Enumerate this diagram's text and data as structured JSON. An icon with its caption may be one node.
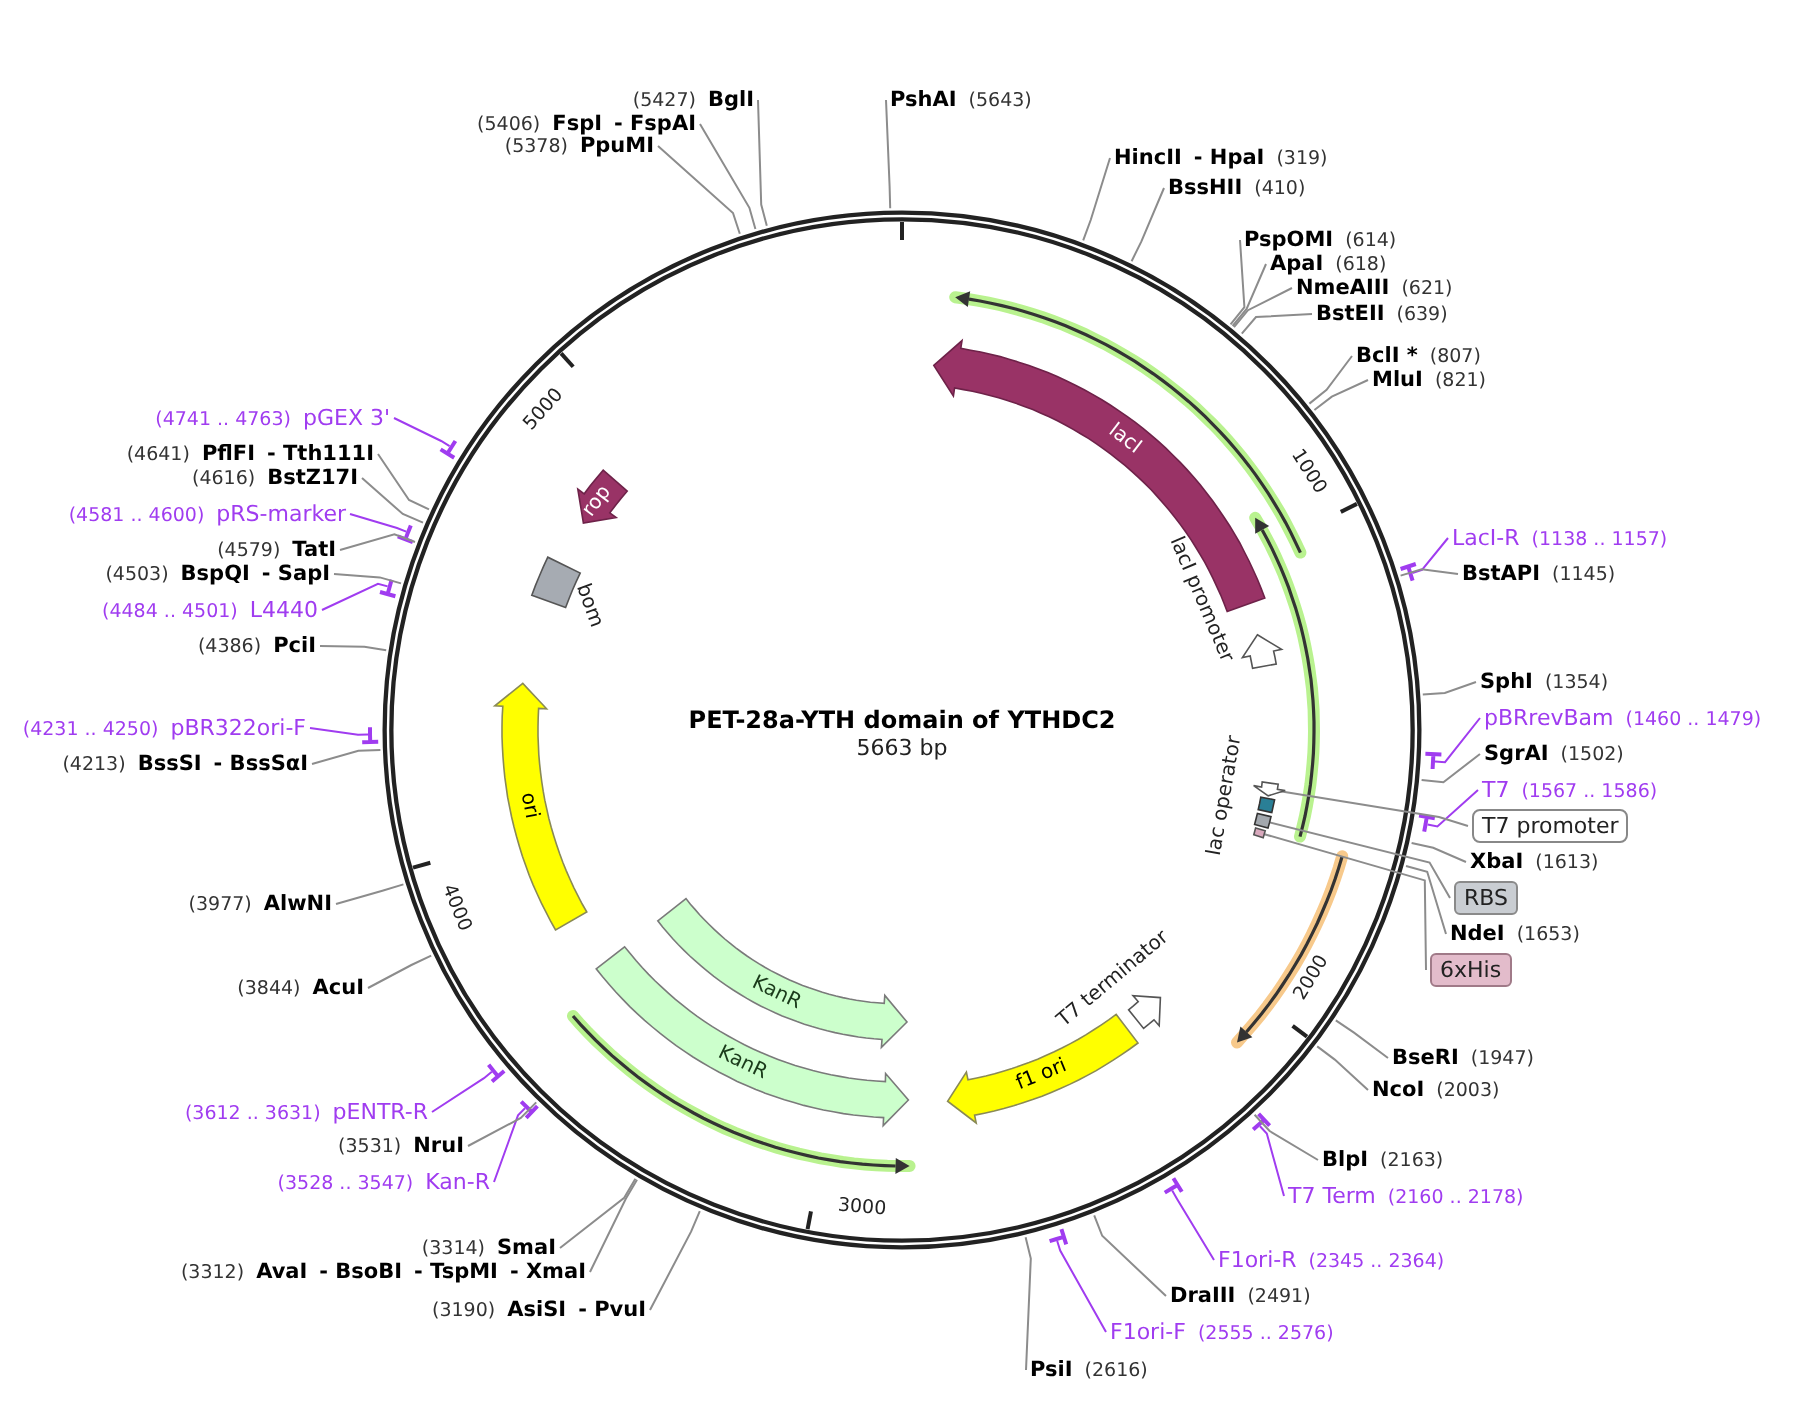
{
  "diagram": {
    "title": "PET-28a-YTH domain of YTHDC2",
    "nodes": [
      {
        "text": [
          "lacI"
        ]
      },
      {
        "text": [],
        "shape": "arrow",
        "beside": [
          "lacI promoter"
        ]
      },
      {
        "text": [],
        "shape": "arrow"
      },
      {
        "text": [],
        "shape": "box",
        "beside": [
          "lac operator"
        ]
      },
      {
        "text": [],
        "shape": "box"
      },
      {
        "text": [],
        "shape": "box"
      },
      {
        "text": [],
        "shape": "arrow",
        "beside": [
          "T7 terminator"
        ]
      },
      {
        "text": [
          "f1 ori"
        ]
      },
      {
        "text": [
          "KanR"
        ]
      },
      {
        "text": [
          "KanR"
        ]
      },
      {
        "text": [
          "ori"
        ]
      },
      {
        "text": [],
        "shape": "box",
        "beside": [
          "bom"
        ]
      },
      {
        "text": [
          "rop"
        ]
      },
      {
        "text": [
          "(5427)",
          "BglI"
        ]
      },
      {
        "text": [
          "(5406)",
          "FspI",
          "- FspAI"
        ]
      },
      {
        "text": [
          "(5378)",
          "PpuMI"
        ]
      },
      {
        "text": [
          "PshAI",
          "(5643)"
        ]
      },
      {
        "text": [
          "HincII",
          "- HpaI",
          "(319)"
        ]
      },
      {
        "text": [
          "BssHII",
          "(410)"
        ]
      },
      {
        "text": [
          "PspOMI",
          "(614)"
        ]
      },
      {
        "text": [
          "ApaI",
          "(618)"
        ]
      },
      {
        "text": [
          "NmeAIII",
          "(621)"
        ]
      },
      {
        "text": [
          "BstEII",
          "(639)"
        ]
      },
      {
        "text": [
          "BclI *",
          "(807)"
        ]
      },
      {
        "text": [
          "MluI",
          "(821)"
        ]
      },
      {
        "text": [
          "LacI-R",
          "(1138 .. 1157)"
        ]
      },
      {
        "text": [
          "BstAPI",
          "(1145)"
        ]
      },
      {
        "text": [
          "SphI",
          "(1354)"
        ]
      },
      {
        "text": [
          "pBRrevBam",
          "(1460 .. 1479)"
        ]
      },
      {
        "text": [
          "SgrAI",
          "(1502)"
        ]
      },
      {
        "text": [
          "T7",
          "(1567 .. 1586)"
        ]
      },
      {
        "text": [
          "T7 promoter"
        ]
      },
      {
        "text": [
          "XbaI",
          "(1613)"
        ]
      },
      {
        "text": [
          "RBS"
        ]
      },
      {
        "text": [
          "NdeI",
          "(1653)"
        ]
      },
      {
        "text": [
          "6xHis"
        ]
      },
      {
        "text": [
          "BseRI",
          "(1947)"
        ]
      },
      {
        "text": [
          "NcoI",
          "(2003)"
        ]
      },
      {
        "text": [
          "BlpI",
          "(2163)"
        ]
      },
      {
        "text": [
          "T7 Term",
          "(2160 .. 2178)"
        ]
      },
      {
        "text": [
          "F1ori-R",
          "(2345 .. 2364)"
        ]
      },
      {
        "text": [
          "DraIII",
          "(2491)"
        ]
      },
      {
        "text": [
          "F1ori-F",
          "(2555 .. 2576)"
        ]
      },
      {
        "text": [
          "PsiI",
          "(2616)"
        ]
      },
      {
        "text": [
          "(3314)",
          "SmaI"
        ]
      },
      {
        "text": [
          "(3312)",
          "AvaI",
          "- BsoBI",
          "- TspMI",
          "- XmaI"
        ]
      },
      {
        "text": [
          "(3190)",
          "AsiSI",
          "- PvuI"
        ]
      },
      {
        "text": [
          "(3528 .. 3547)",
          "Kan-R"
        ]
      },
      {
        "text": [
          "(3531)",
          "NruI"
        ]
      },
      {
        "text": [
          "(3612 .. 3631)",
          "pENTR-R"
        ]
      },
      {
        "text": [
          "(3844)",
          "AcuI"
        ]
      },
      {
        "text": [
          "(3977)",
          "AlwNI"
        ]
      },
      {
        "text": [
          "(4213)",
          "BssSI",
          "- BssSαI"
        ]
      },
      {
        "text": [
          "(4231 .. 4250)",
          "pBR322ori-F"
        ]
      },
      {
        "text": [
          "(4386)",
          "PciI"
        ]
      },
      {
        "text": [
          "(4484 .. 4501)",
          "L4440"
        ]
      },
      {
        "text": [
          "(4503)",
          "BspQI",
          "- SapI"
        ]
      },
      {
        "text": [
          "(4579)",
          "TatI"
        ]
      },
      {
        "text": [
          "(4581 .. 4600)",
          "pRS-marker"
        ]
      },
      {
        "text": [
          "(4616)",
          "BstZ17I"
        ]
      },
      {
        "text": [
          "(4641)",
          "PflFI",
          "- Tth111I"
        ]
      },
      {
        "text": [
          "(4741 .. 4763)",
          "pGEX 3'"
        ]
      }
    ],
    "edges": [
      {
        "from": 13,
        "to": null,
        "arrow": "none"
      },
      {
        "from": 14,
        "to": null,
        "arrow": "none"
      },
      {
        "from": 15,
        "to": null,
        "arrow": "none"
      },
      {
        "from": 16,
        "to": null,
        "arrow": "none"
      },
      {
        "from": 17,
        "to": null,
        "arrow": "none"
      },
      {
        "from": 18,
        "to": null,
        "arrow": "none"
      },
      {
        "from": 19,
        "to": null,
        "arrow": "none"
      },
      {
        "from": 20,
        "to": null,
        "arrow": "none"
      },
      {
        "from": 21,
        "to": null,
        "arrow": "none"
      },
      {
        "from": 22,
        "to": null,
        "arrow": "none"
      },
      {
        "from": 23,
        "to": null,
        "arrow": "none"
      },
      {
        "from": 24,
        "to": null,
        "arrow": "none"
      },
      {
        "from": 25,
        "to": null,
        "arrow": "none",
        "color": "#a03cf0"
      },
      {
        "from": 26,
        "to": null,
        "arrow": "none"
      },
      {
        "from": 27,
        "to": null,
        "arrow": "none"
      },
      {
        "from": 28,
        "to": null,
        "arrow": "none",
        "color": "#a03cf0"
      },
      {
        "from": 29,
        "to": null,
        "arrow": "none"
      },
      {
        "from": 30,
        "to": null,
        "arrow": "none",
        "color": "#a03cf0"
      },
      {
        "from": 31,
        "to": 2,
        "arrow": "none"
      },
      {
        "from": 32,
        "to": null,
        "arrow": "none"
      },
      {
        "from": 33,
        "to": 4,
        "arrow": "none"
      },
      {
        "from": 34,
        "to": null,
        "arrow": "none"
      },
      {
        "from": 35,
        "to": 5,
        "arrow": "none"
      },
      {
        "from": 36,
        "to": null,
        "arrow": "none"
      },
      {
        "from": 37,
        "to": null,
        "arrow": "none"
      },
      {
        "from": 38,
        "to": null,
        "arrow": "none"
      },
      {
        "from": 39,
        "to": null,
        "arrow": "none",
        "color": "#a03cf0"
      },
      {
        "from": 40,
        "to": null,
        "arrow": "none",
        "color": "#a03cf0"
      },
      {
        "from": 41,
        "to": null,
        "arrow": "none"
      },
      {
        "from": 42,
        "to": null,
        "arrow": "none",
        "color": "#a03cf0"
      },
      {
        "from": 43,
        "to": null,
        "arrow": "none"
      },
      {
        "from": 44,
        "to": null,
        "arrow": "none"
      },
      {
        "from": 45,
        "to": null,
        "arrow": "none"
      },
      {
        "from": 46,
        "to": null,
        "arrow": "none"
      },
      {
        "from": 47,
        "to": null,
        "arrow": "none",
        "color": "#a03cf0"
      },
      {
        "from": 48,
        "to": null,
        "arrow": "none"
      },
      {
        "from": 49,
        "to": null,
        "arrow": "none",
        "color": "#a03cf0"
      },
      {
        "from": 50,
        "to": null,
        "arrow": "none"
      },
      {
        "from": 51,
        "to": null,
        "arrow": "none"
      },
      {
        "from": 52,
        "to": null,
        "arrow": "none"
      },
      {
        "from": 53,
        "to": null,
        "arrow": "none",
        "color": "#a03cf0"
      },
      {
        "from": 54,
        "to": null,
        "arrow": "none"
      },
      {
        "from": 55,
        "to": null,
        "arrow": "none",
        "color": "#a03cf0"
      },
      {
        "from": 56,
        "to": null,
        "arrow": "none"
      },
      {
        "from": 57,
        "to": null,
        "arrow": "none"
      },
      {
        "from": 58,
        "to": null,
        "arrow": "none",
        "color": "#a03cf0"
      },
      {
        "from": 59,
        "to": null,
        "arrow": "none"
      },
      {
        "from": 60,
        "to": null,
        "arrow": "none"
      },
      {
        "from": 61,
        "to": null,
        "arrow": "none",
        "color": "#a03cf0"
      }
    ],
    "labels": [
      "5663 bp",
      "5000",
      "1000",
      "4000",
      "2000",
      "3000"
    ]
  }
}
